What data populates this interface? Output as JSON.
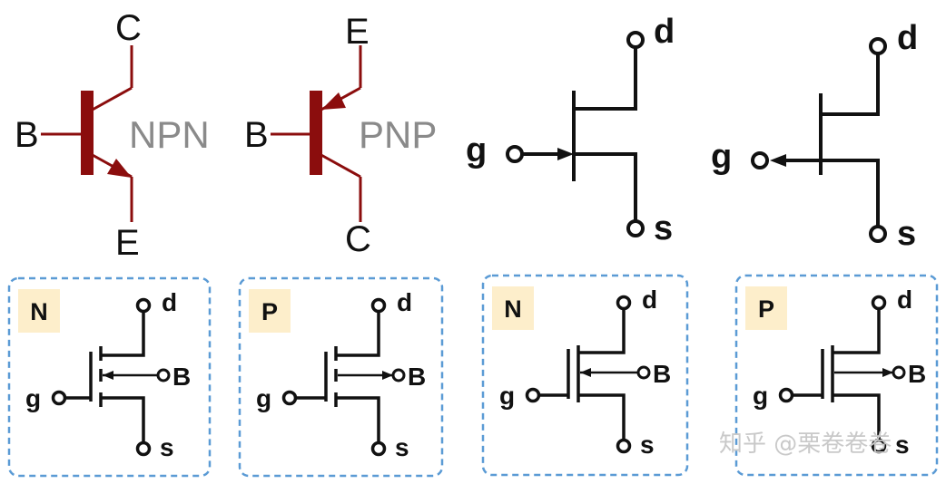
{
  "npn": {
    "collector": "C",
    "base": "B",
    "emitter": "E",
    "type_label": "NPN"
  },
  "pnp": {
    "emitter": "E",
    "base": "B",
    "collector": "C",
    "type_label": "PNP"
  },
  "jfet_n": {
    "drain": "d",
    "gate": "g",
    "source": "s"
  },
  "jfet_p": {
    "drain": "d",
    "gate": "g",
    "source": "s"
  },
  "mos": [
    {
      "badge": "N",
      "drain": "d",
      "gate": "g",
      "source": "s",
      "body": "B"
    },
    {
      "badge": "P",
      "drain": "d",
      "gate": "g",
      "source": "s",
      "body": "B"
    },
    {
      "badge": "N",
      "drain": "d",
      "gate": "g",
      "source": "s",
      "body": "B"
    },
    {
      "badge": "P",
      "drain": "d",
      "gate": "g",
      "source": "s",
      "body": "B"
    }
  ],
  "colors": {
    "bjt": "#8b0d0d",
    "panel_border": "#5b9bd5",
    "badge_bg": "#fdeecb",
    "gray_text": "#8a8a8a"
  },
  "watermark": "知乎 @栗卷卷卷"
}
